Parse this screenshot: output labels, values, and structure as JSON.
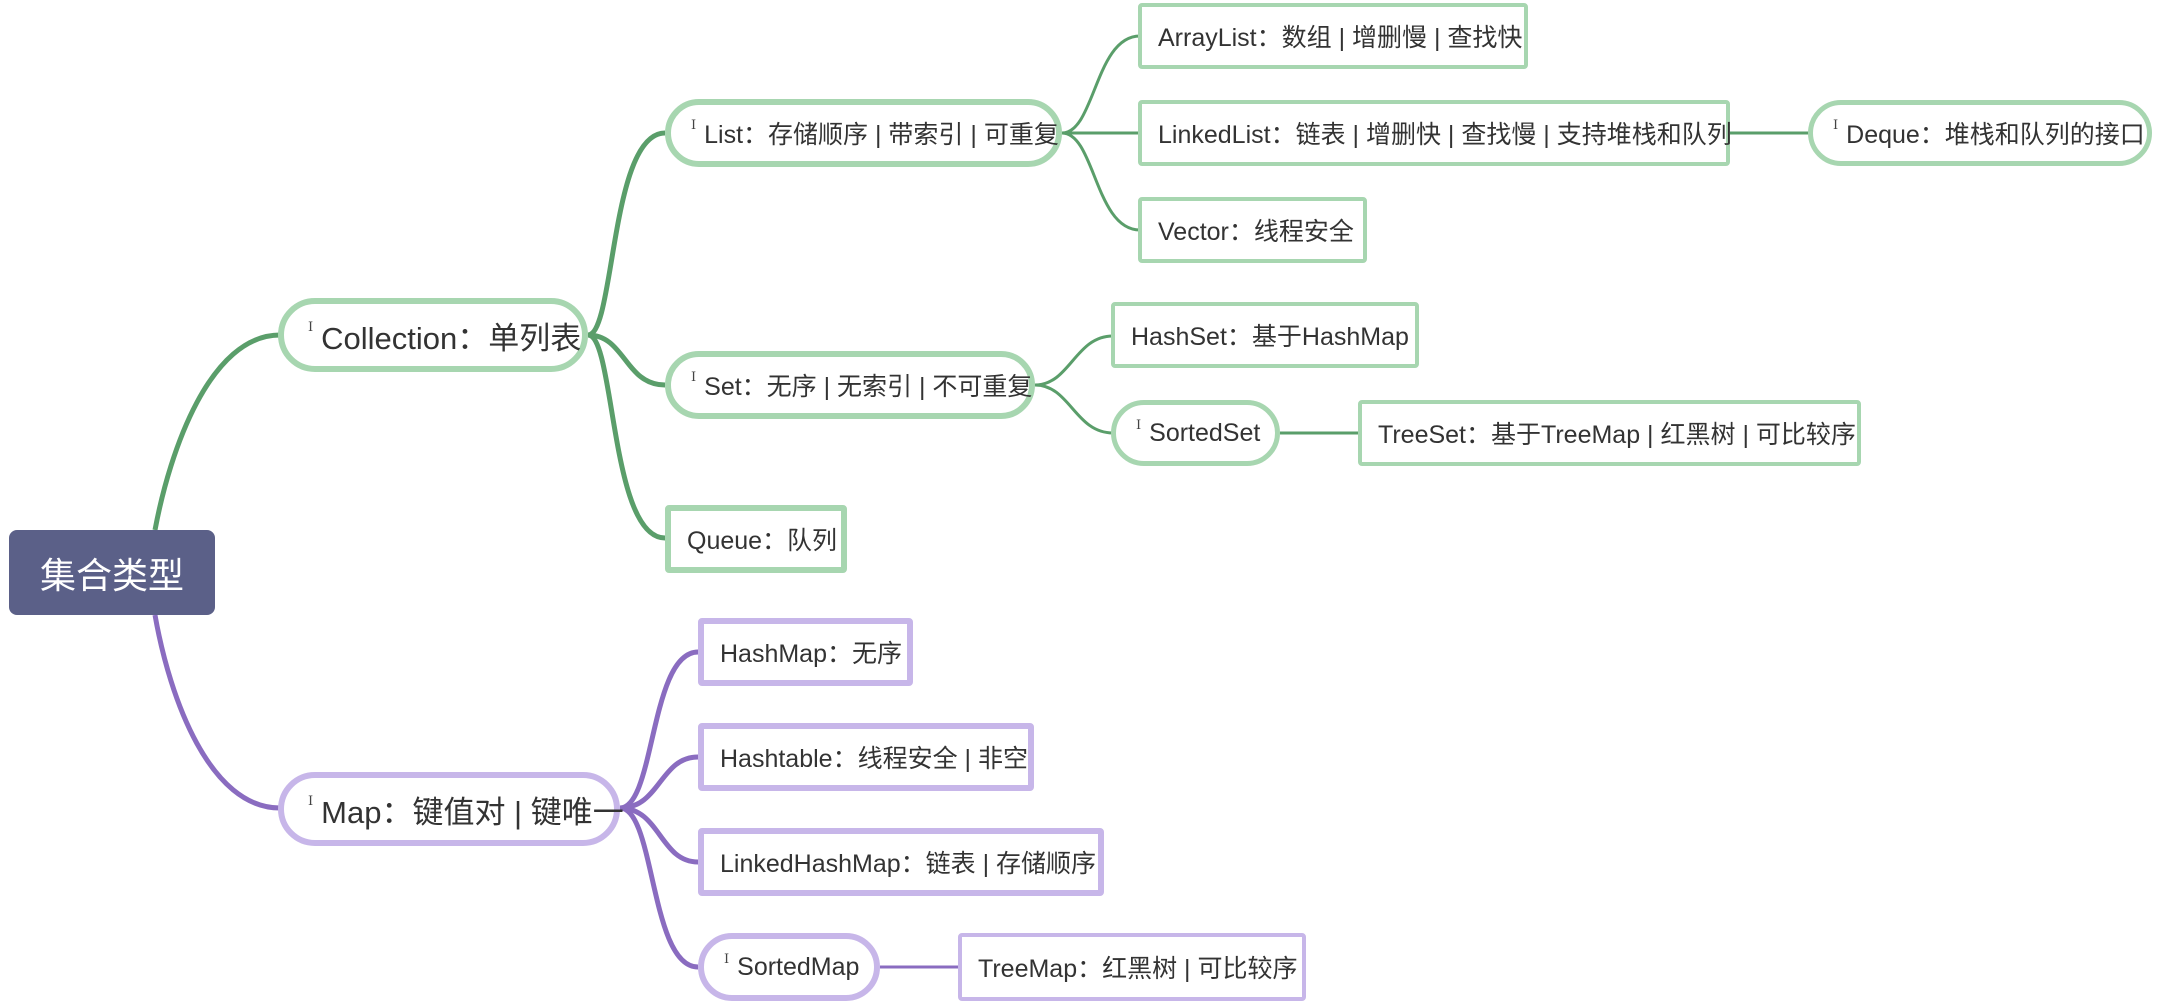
{
  "root": {
    "label": "集合类型"
  },
  "interface_mark": "I",
  "collection": {
    "label": "Collection：单列表",
    "list": {
      "label": "List：存储顺序 | 带索引 | 可重复",
      "arraylist": "ArrayList：数组 | 增删慢 | 查找快",
      "linkedlist": "LinkedList：链表 | 增删快 | 查找慢 | 支持堆栈和队列",
      "deque": "Deque：堆栈和队列的接口",
      "vector": "Vector：线程安全"
    },
    "set": {
      "label": "Set：无序 | 无索引 | 不可重复",
      "hashset": "HashSet：基于HashMap",
      "sortedset": "SortedSet",
      "treeset": "TreeSet：基于TreeMap | 红黑树 | 可比较序"
    },
    "queue": "Queue：队列"
  },
  "map": {
    "label": "Map：键值对 | 键唯一",
    "hashmap": "HashMap：无序",
    "hashtable": "Hashtable：线程安全 | 非空",
    "linkedhashmap": "LinkedHashMap：链表 | 存储顺序",
    "sortedmap": "SortedMap",
    "treemap": "TreeMap：红黑树 | 可比较序"
  },
  "colors": {
    "root_bg": "#5b6088",
    "green_line": "#5a9e6a",
    "green_border": "#a7d6b0",
    "purple_line": "#8a6cc0",
    "purple_border": "#c7b6e9"
  }
}
